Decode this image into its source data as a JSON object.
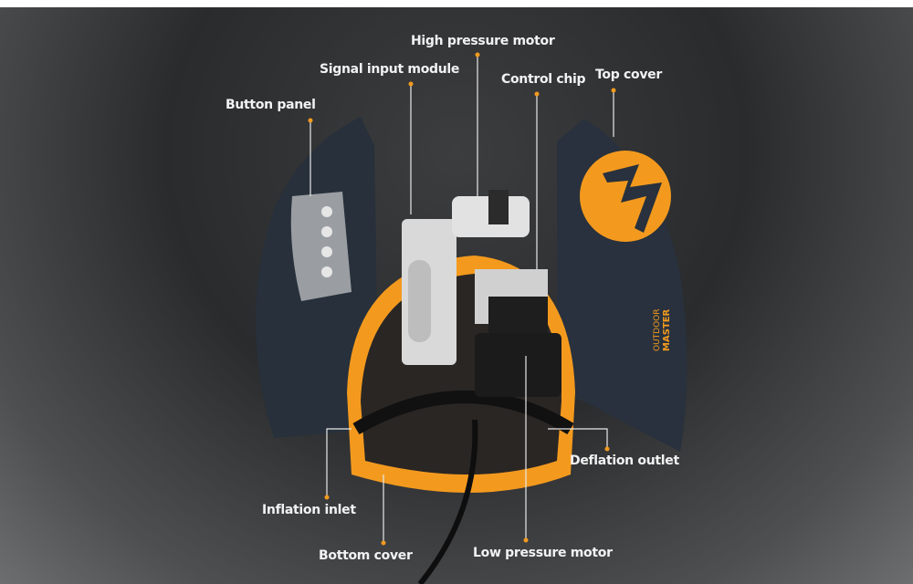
{
  "labels": {
    "high_pressure_motor": "High pressure motor",
    "signal_input_module": "Signal input module",
    "control_chip": "Control chip",
    "top_cover": "Top cover",
    "button_panel": "Button panel",
    "deflation_outlet": "Deflation outlet",
    "inflation_inlet": "Inflation inlet",
    "bottom_cover": "Bottom cover",
    "low_pressure_motor": "Low pressure motor"
  },
  "brand": {
    "line1": "OUTDOOR",
    "line2": "MASTER"
  },
  "colors": {
    "accent": "#f39a1e",
    "shell": "#2b3440",
    "leader": "#e8e8e8",
    "dot": "#f39a1e"
  }
}
